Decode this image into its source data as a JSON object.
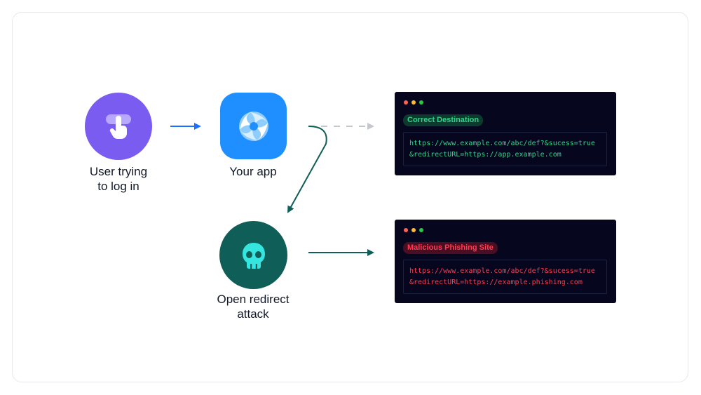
{
  "nodes": {
    "user": {
      "label": "User trying\nto log in",
      "color": "#7b5cf0"
    },
    "app": {
      "label": "Your app",
      "color": "#1f8fff"
    },
    "attack": {
      "label": "Open redirect\nattack",
      "color": "#0f5e57"
    }
  },
  "terminals": {
    "correct": {
      "badge": "Correct Destination",
      "url_line1": "https://www.example.com/abc/def?&sucess=true",
      "url_line2": "&redirectURL=https://app.example.com",
      "accent": "#2fd58a"
    },
    "malicious": {
      "badge": "Malicious Phishing Site",
      "url_line1": "https://www.example.com/abc/def?&sucess=true",
      "url_line2": "&redirectURL=https://example.phishing.com",
      "accent": "#ff3b4f"
    }
  },
  "icons": {
    "user": "tap-hand-icon",
    "app": "app-logo-icon",
    "attack": "skull-icon"
  }
}
